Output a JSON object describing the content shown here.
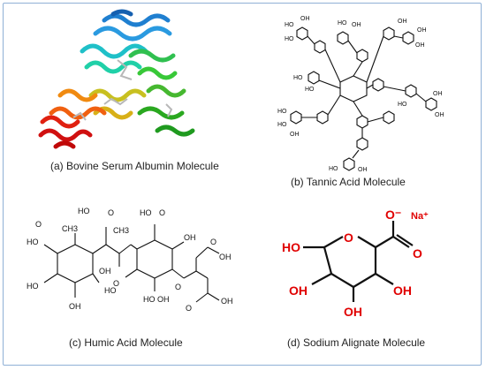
{
  "panels": {
    "a": {
      "caption": "(a) Bovine Serum Albumin Molecule"
    },
    "b": {
      "caption": "(b) Tannic Acid Molecule",
      "group_label": "HO",
      "group_label_r": "OH"
    },
    "c": {
      "caption": "(c) Humic Acid Molecule",
      "labels": {
        "ho": "HO",
        "oh": "OH",
        "o": "O",
        "ch3": "CH3",
        "h3c": "CH3"
      }
    },
    "d": {
      "caption": "(d) Sodium Alignate Molecule",
      "labels": {
        "ho": "HO",
        "oh": "OH",
        "o": "O",
        "o_minus": "O⁻",
        "na": "Na⁺"
      }
    }
  },
  "colors": {
    "frame": "#8fb0d6",
    "text": "#222222",
    "sodium_red": "#e00000"
  }
}
